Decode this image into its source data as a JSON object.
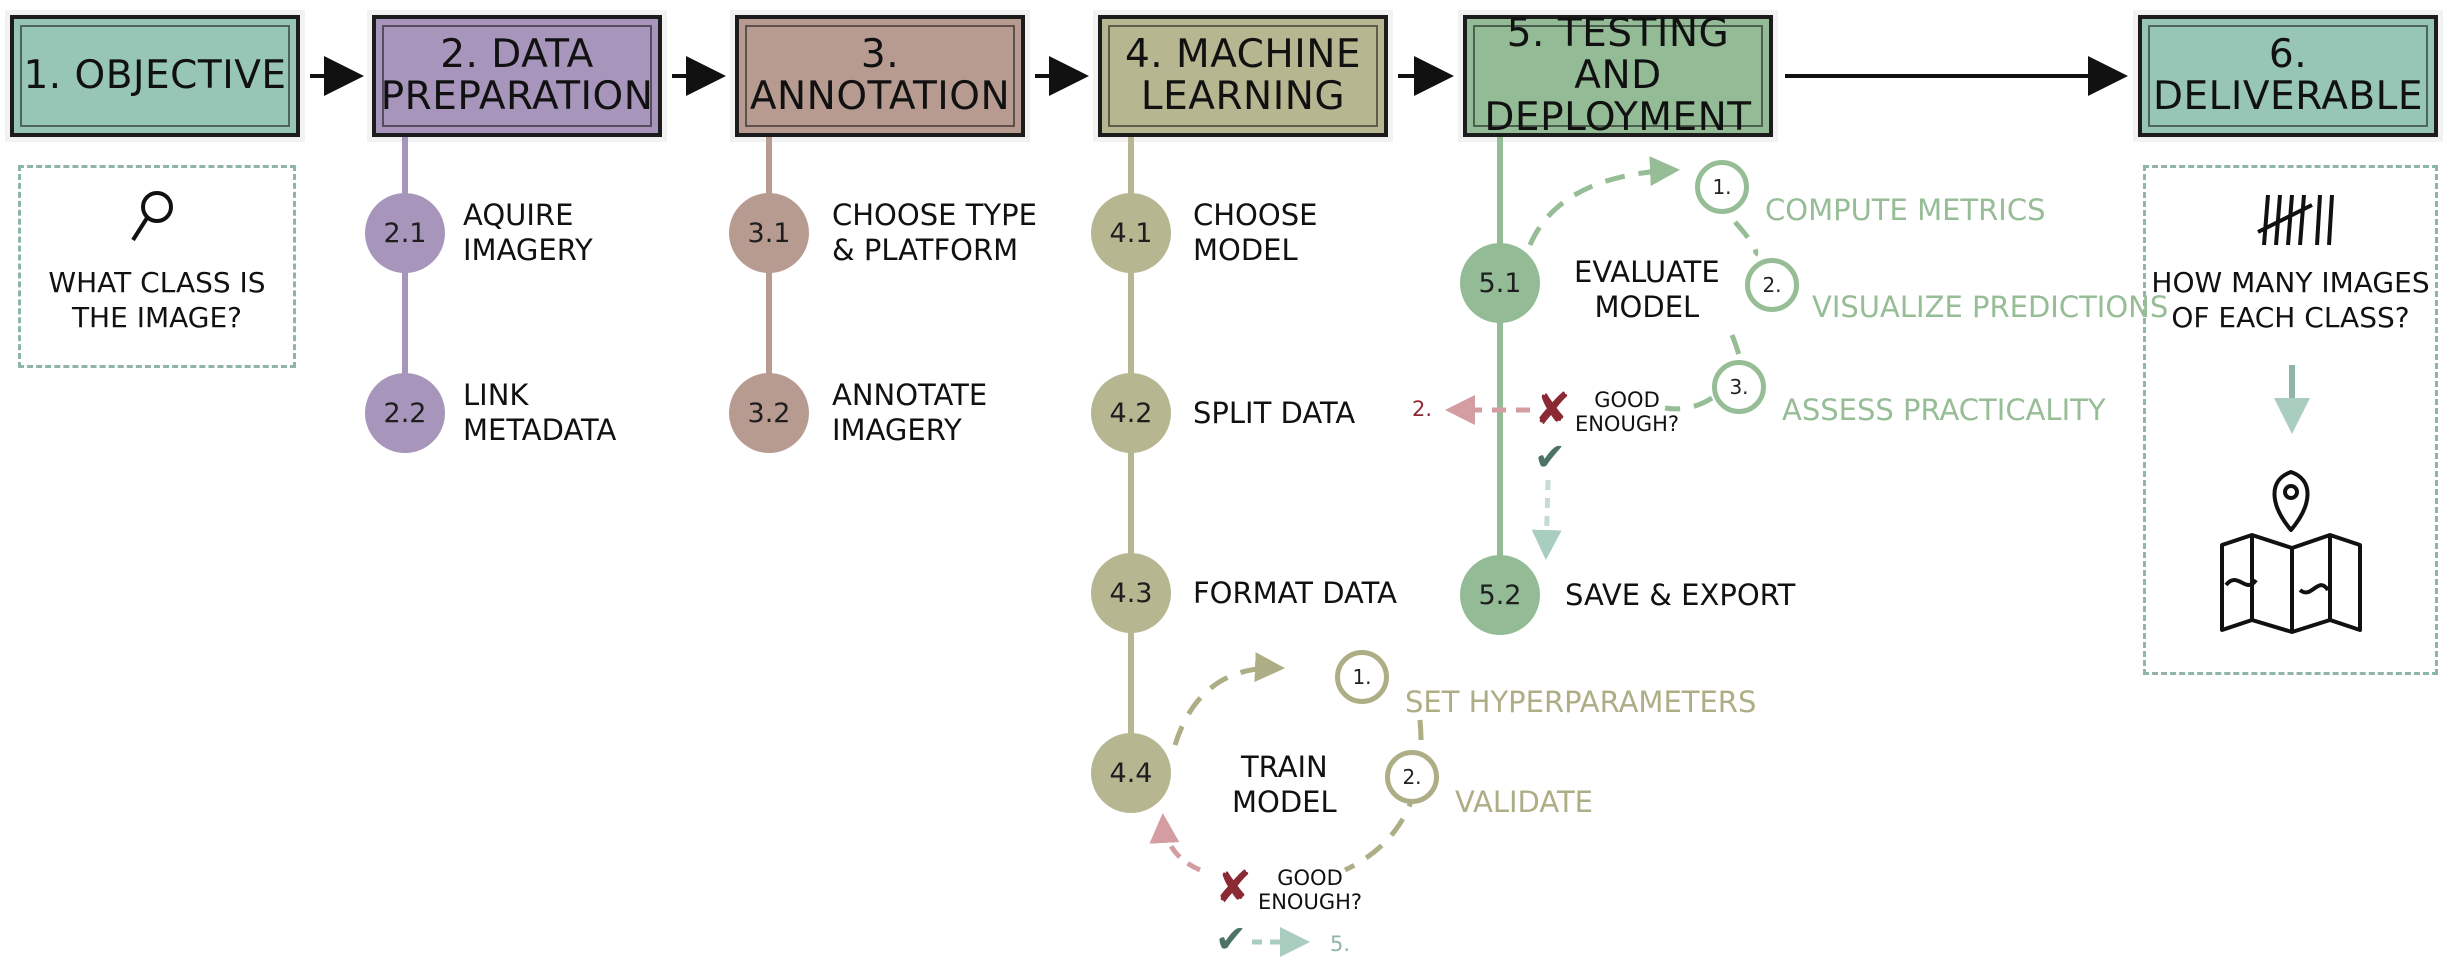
{
  "colors": {
    "objective": "#97c6b7",
    "data_prep": "#a795bc",
    "annotation": "#b79b91",
    "ml": "#b6b691",
    "testing": "#93bb96",
    "deliverable": "#97c6b7",
    "ml_light": "#aeae86",
    "test_light": "#96bd96",
    "reject": "#8b2a35",
    "reject_arrow": "#d39da2",
    "dashed_box": "#8fb5a7"
  },
  "stages": [
    {
      "id": "1",
      "label": "1. OBJECTIVE"
    },
    {
      "id": "2",
      "label": "2. DATA\nPREPARATION"
    },
    {
      "id": "3",
      "label": "3. ANNOTATION"
    },
    {
      "id": "4",
      "label": "4. MACHINE\nLEARNING"
    },
    {
      "id": "5",
      "label": "5. TESTING AND\nDEPLOYMENT"
    },
    {
      "id": "6",
      "label": "6. DELIVERABLE"
    }
  ],
  "objective": {
    "icon": "magnifier-icon",
    "question": "WHAT CLASS IS\nTHE IMAGE?"
  },
  "deliverable": {
    "icon_top": "tally-marks-icon",
    "question": "HOW MANY IMAGES\nOF EACH CLASS?",
    "icon_bottom": "map-pin-icon"
  },
  "data_prep_steps": [
    {
      "num": "2.1",
      "label": "AQUIRE\nIMAGERY"
    },
    {
      "num": "2.2",
      "label": "LINK\nMETADATA"
    }
  ],
  "annotation_steps": [
    {
      "num": "3.1",
      "label": "CHOOSE TYPE\n& PLATFORM"
    },
    {
      "num": "3.2",
      "label": "ANNOTATE\nIMAGERY"
    }
  ],
  "ml_steps": [
    {
      "num": "4.1",
      "label": "CHOOSE\nMODEL"
    },
    {
      "num": "4.2",
      "label": "SPLIT DATA"
    },
    {
      "num": "4.3",
      "label": "FORMAT DATA"
    },
    {
      "num": "4.4",
      "label": "TRAIN\nMODEL"
    }
  ],
  "train_loop": {
    "substeps": [
      {
        "num": "1.",
        "label": "SET HYPERPARAMETERS"
      },
      {
        "num": "2.",
        "label": "VALIDATE"
      }
    ],
    "check": "GOOD\nENOUGH?",
    "next": "5."
  },
  "testing_steps": [
    {
      "num": "5.1",
      "label": "EVALUATE\nMODEL"
    },
    {
      "num": "5.2",
      "label": "SAVE & EXPORT"
    }
  ],
  "eval_loop": {
    "substeps": [
      {
        "num": "1.",
        "label": "COMPUTE METRICS"
      },
      {
        "num": "2.",
        "label": "VISUALIZE PREDICTIONS"
      },
      {
        "num": "3.",
        "label": "ASSESS PRACTICALITY"
      }
    ],
    "check": "GOOD\nENOUGH?",
    "back": "2."
  }
}
